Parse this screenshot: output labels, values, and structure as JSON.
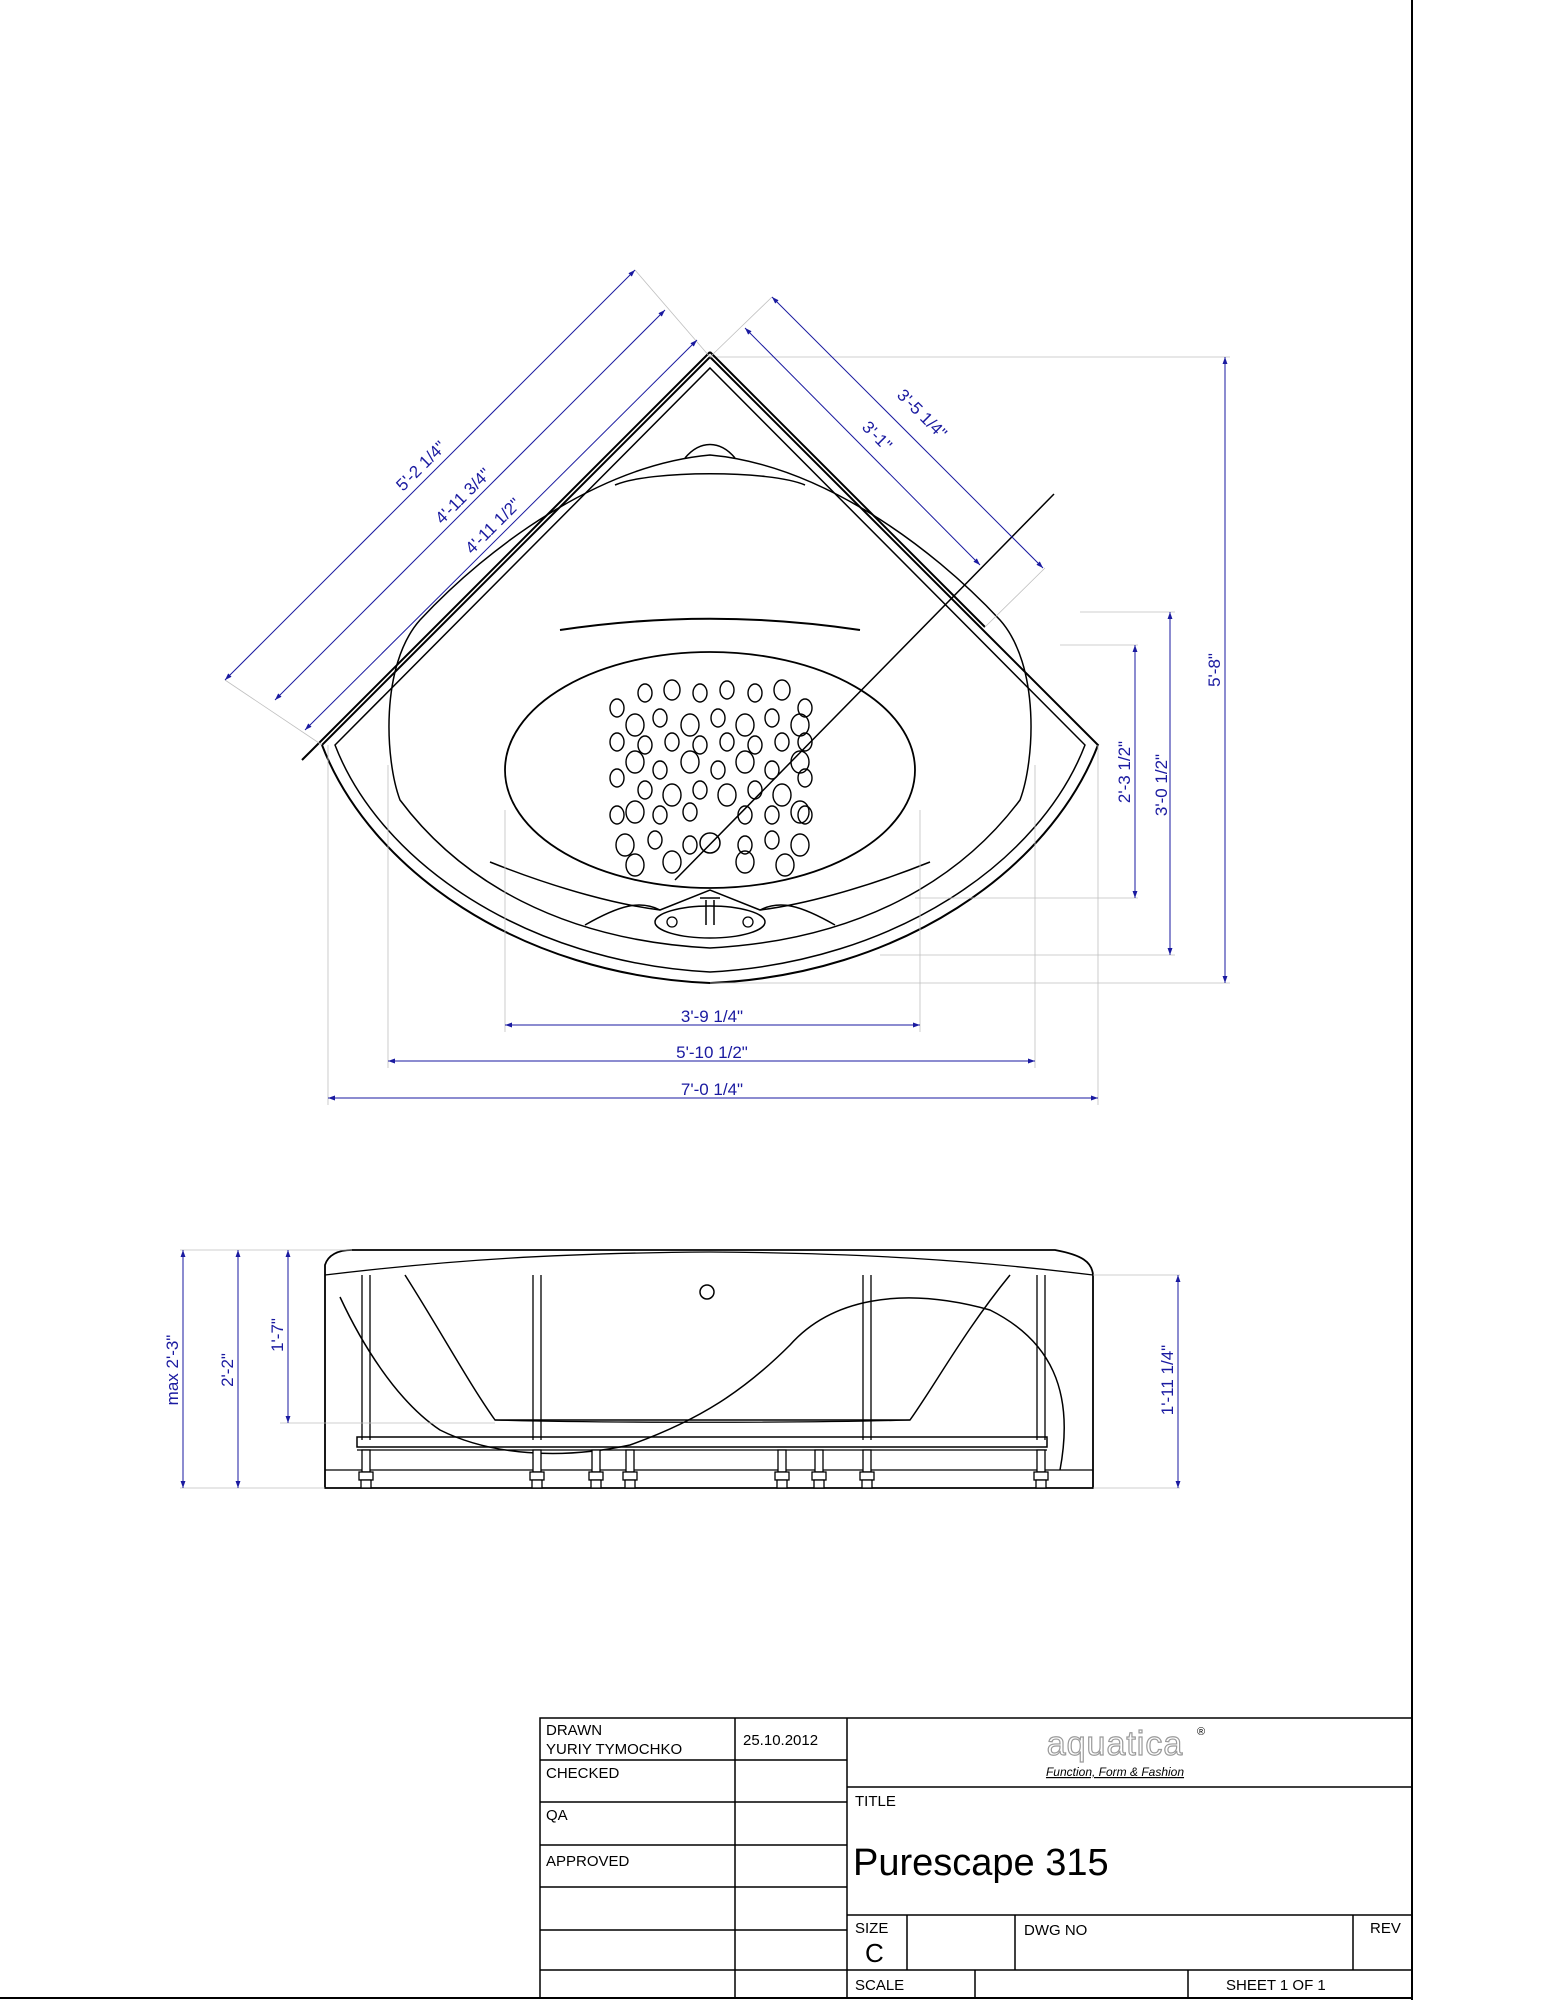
{
  "dimensions": {
    "plan": {
      "diag_outer": "5'-2 1/4\"",
      "diag_mid": "4'-11 3/4\"",
      "diag_inner": "4'-11 1/2\"",
      "right_outer": "3'-5 1/4\"",
      "right_inner": "3'-1\"",
      "height_total": "5'-8\"",
      "height_mid": "3'-0 1/2\"",
      "height_inner": "2'-3 1/2\"",
      "width_inner": "3'-9 1/4\"",
      "width_mid": "5'-10 1/2\"",
      "width_total": "7'-0 1/4\""
    },
    "elevation": {
      "max_height": "max  2'-3\"",
      "height": "2'-2\"",
      "rim_height": "1'-7\"",
      "right_height": "1'-11 1/4\""
    }
  },
  "title_block": {
    "drawn_label": "DRAWN",
    "drawn_by": "YURIY TYMOCHKO",
    "date": "25.10.2012",
    "checked_label": "CHECKED",
    "qa_label": "QA",
    "approved_label": "APPROVED",
    "brand": "aquatica",
    "brand_mark": "®",
    "tagline": "Function, Form & Fashion",
    "title_label": "TITLE",
    "title": "Purescape 315",
    "size_label": "SIZE",
    "size_value": "C",
    "dwg_no_label": "DWG NO",
    "rev_label": "REV",
    "scale_label": "SCALE",
    "sheet": "SHEET 1 OF 1"
  },
  "colors": {
    "dimension": "#1a1aa0",
    "line": "#000000"
  }
}
